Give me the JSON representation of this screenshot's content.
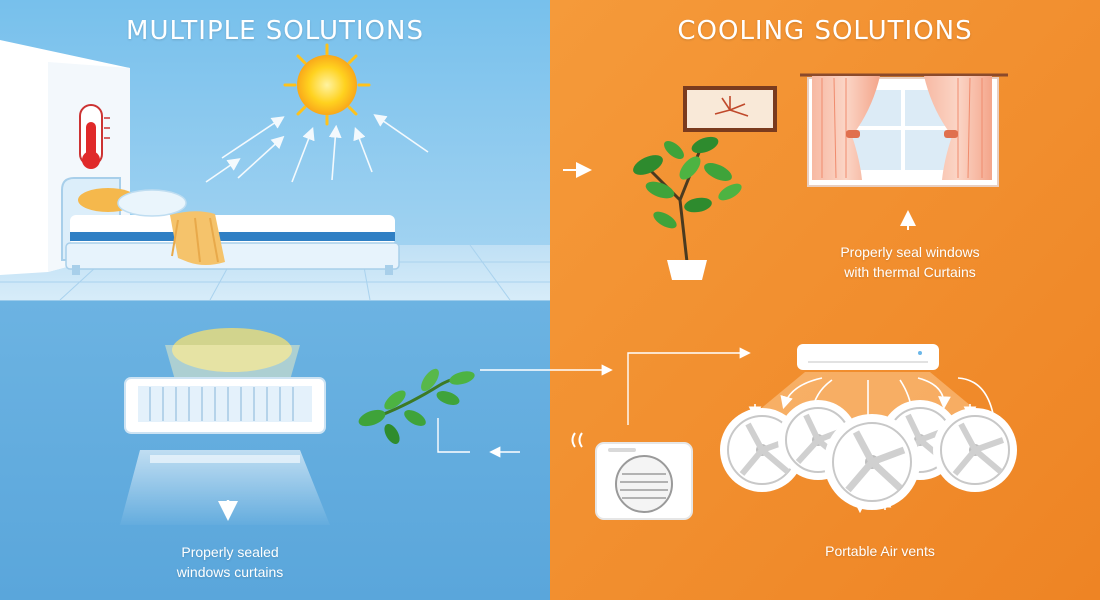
{
  "colors": {
    "left_panel": "#6FB5E3",
    "right_panel": "#F28E2B",
    "sun": "#FFC21A",
    "leaf": "#3FA33A",
    "curtain": "#F4A58A",
    "blanket": "#F5C36B"
  },
  "panels": {
    "left_title": "MULTIPLE SOLUTIONS",
    "right_title": "COOLING SOLUTIONS"
  },
  "captions": {
    "top_right_line1": "Properly seal windows",
    "top_right_line2": "with thermal Curtains",
    "bottom_left_line1": "Properly sealed",
    "bottom_left_line2": "windows curtains",
    "bottom_right": "Portable Air vents"
  },
  "icons": [
    "thermometer-icon",
    "sun-icon",
    "bed-icon",
    "potted-plant-icon",
    "wall-clock-icon",
    "window-curtains-icon",
    "air-conditioner-icon",
    "leaf-branch-icon",
    "air-purifier-icon",
    "fan-icon"
  ]
}
